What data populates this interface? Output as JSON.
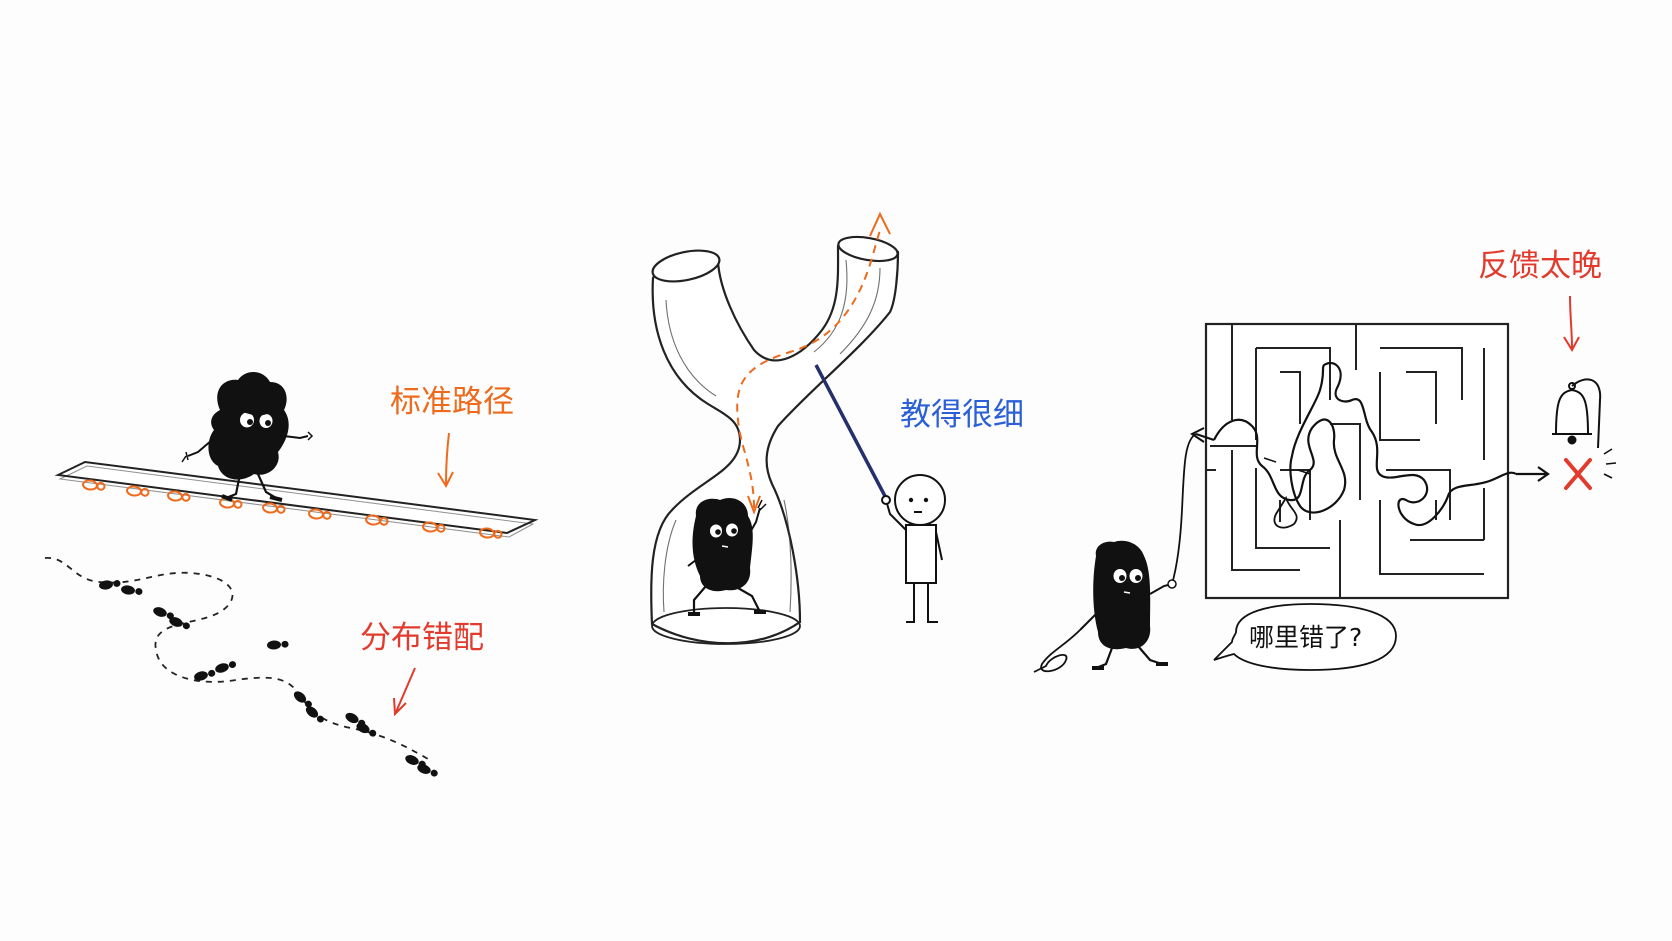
{
  "panels": {
    "off_path": {
      "standard_path_label": "标准路径",
      "mismatch_label": "分布错配"
    },
    "y_tube": {
      "detail_label": "教得很细"
    },
    "maze": {
      "late_feedback_label": "反馈太晚",
      "speech": "哪里错了?"
    }
  },
  "colors": {
    "ink": "#111111",
    "orange": "#ee6a1c",
    "red": "#e23a2c",
    "blue": "#2a5fd6",
    "pointer": "#24306e",
    "background": "#fdfdfd"
  }
}
